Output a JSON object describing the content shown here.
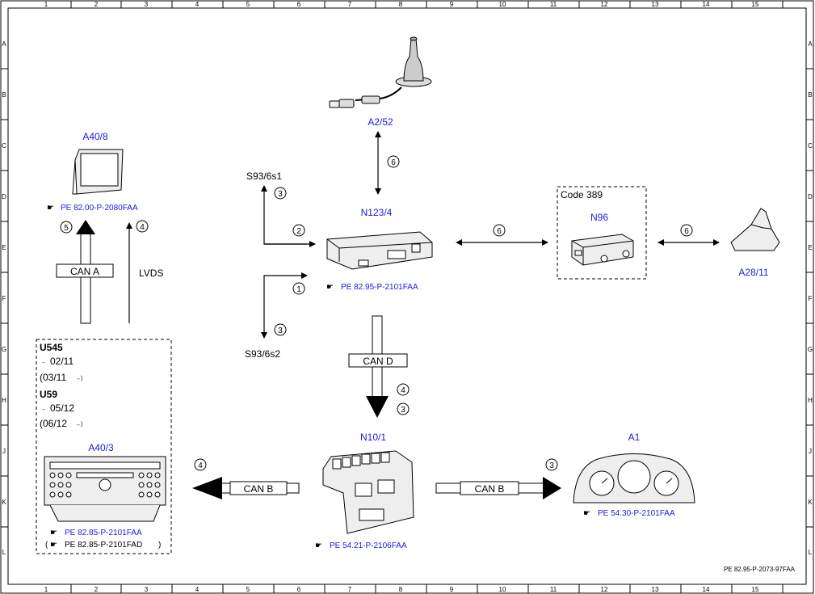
{
  "grid": {
    "columns": [
      "1",
      "2",
      "3",
      "4",
      "5",
      "6",
      "7",
      "8",
      "9",
      "10",
      "11",
      "12",
      "13",
      "14",
      "15"
    ],
    "rows": [
      "A",
      "B",
      "C",
      "D",
      "E",
      "F",
      "G",
      "H",
      "J",
      "K",
      "L"
    ]
  },
  "components": {
    "a2_52": "A2/52",
    "a40_8": "A40/8",
    "n123_4": "N123/4",
    "n96": "N96",
    "a28_11": "A28/11",
    "n10_1": "N10/1",
    "a1": "A1",
    "a40_3": "A40/3",
    "s93_6s1": "S93/6s1",
    "s93_6s2": "S93/6s2"
  },
  "references": {
    "a40_8": "PE 82.00-P-2080FAA",
    "n123_4": "PE 82.95-P-2101FAA",
    "n10_1": "PE 54.21-P-2106FAA",
    "a1": "PE 54.30-P-2101FAA",
    "a40_3_main": "PE 82.85-P-2101FAA",
    "a40_3_alt": "PE 82.85-P-2101FAD"
  },
  "buses": {
    "can_a": "CAN A",
    "lvds": "LVDS",
    "can_d": "CAN D",
    "can_b_left": "CAN B",
    "can_b_right": "CAN B"
  },
  "code_box": {
    "label": "Code 389"
  },
  "variants": {
    "u545": "U545",
    "u545_to": "02/11",
    "u545_from": "(03/11",
    "u59": "U59",
    "u59_to": "05/12",
    "u59_from": "(06/12"
  },
  "markers": {
    "m_a2_n123": "6",
    "m_s93s1": "3",
    "m_n123_in": "2",
    "m_n123_out": "1",
    "m_s93s2": "3",
    "m_n123_n96": "6",
    "m_n96_a28": "6",
    "m_can_a": "5",
    "m_lvds": "4",
    "m_can_d_4": "4",
    "m_can_d_3": "3",
    "m_can_b_left": "4",
    "m_can_b_right": "3"
  },
  "footer": {
    "doc_id": "PE 82.95-P-2073-97FAA"
  }
}
